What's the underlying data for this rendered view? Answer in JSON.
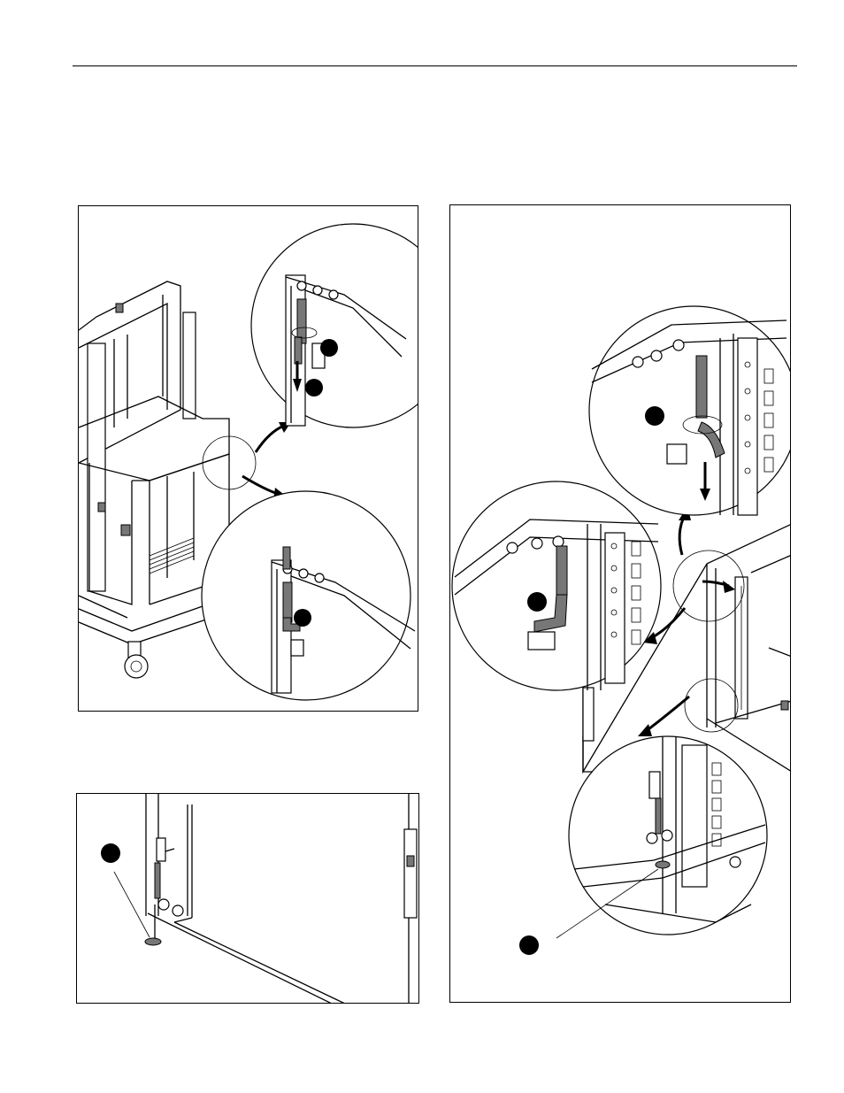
{
  "document": {
    "header_rule": true
  },
  "figures": [
    {
      "id": "a",
      "callouts": 3,
      "icons": [
        "cart-cabinet",
        "spring-pin-detail-released",
        "spring-pin-detail-locked"
      ]
    },
    {
      "id": "b",
      "callouts": 1,
      "icons": [
        "leveler-foot-detail"
      ]
    },
    {
      "id": "c",
      "callouts": 3,
      "icons": [
        "cabinet-door-hinge",
        "spring-pin-detail-released",
        "spring-pin-detail-locked",
        "leveler-foot-detail"
      ]
    }
  ]
}
